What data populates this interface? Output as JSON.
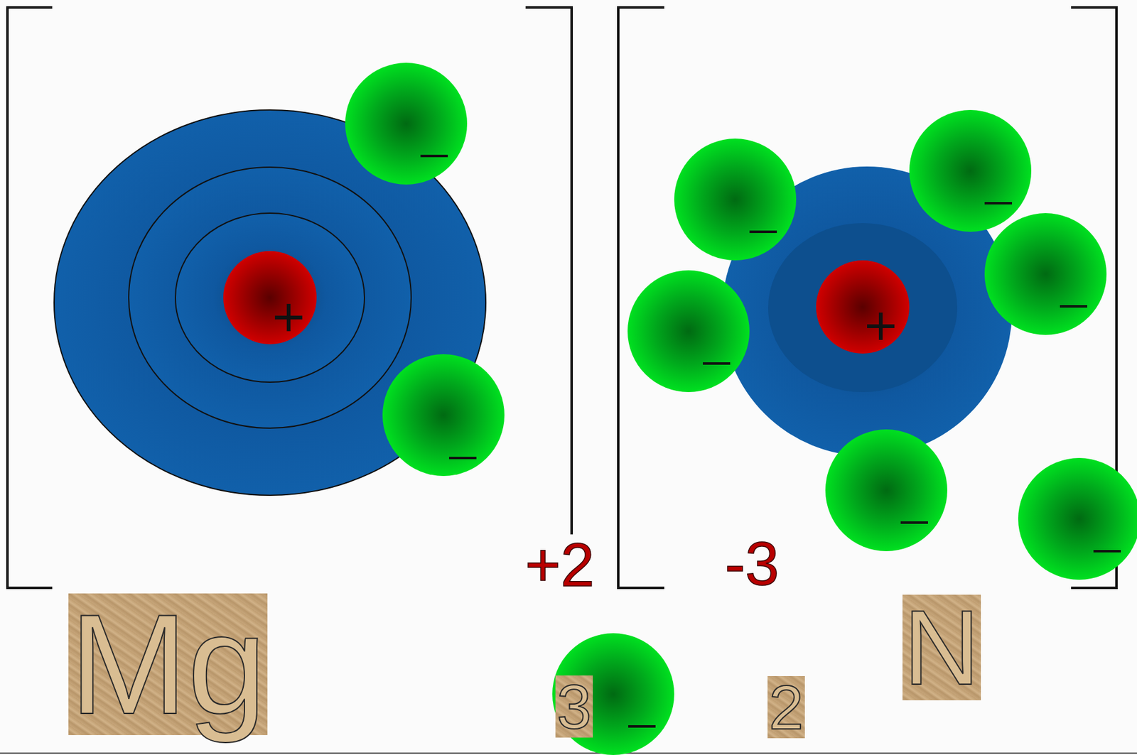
{
  "diagram": {
    "labels": [
      "+2",
      "-3",
      "Mg",
      "3",
      "2",
      "N"
    ]
  }
}
